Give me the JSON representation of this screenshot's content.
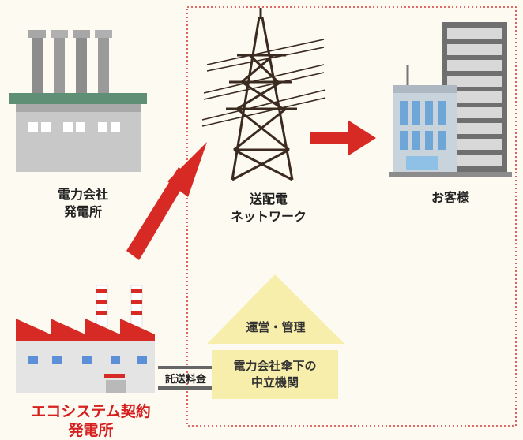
{
  "nodes": {
    "power_company": [
      "電力会社",
      "発電所"
    ],
    "transmission": [
      "送配電",
      "ネットワーク"
    ],
    "customer": "お客様",
    "eco_plant": [
      "エコシステム契約",
      "発電所"
    ]
  },
  "neutral_body": {
    "roof_label": "運営・管理",
    "box_lines": [
      "電力会社傘下の",
      "中立機関"
    ]
  },
  "fee_label": "託送料金",
  "colors": {
    "background": "#fdfbf1",
    "arrow": "#d72a25",
    "dotted_border": "#d93a3a",
    "eco_label": "#d62020",
    "neutral_fill": "#f8eeab"
  },
  "icons": [
    "factory-icon",
    "transmission-tower-icon",
    "office-building-icon",
    "eco-factory-icon"
  ]
}
